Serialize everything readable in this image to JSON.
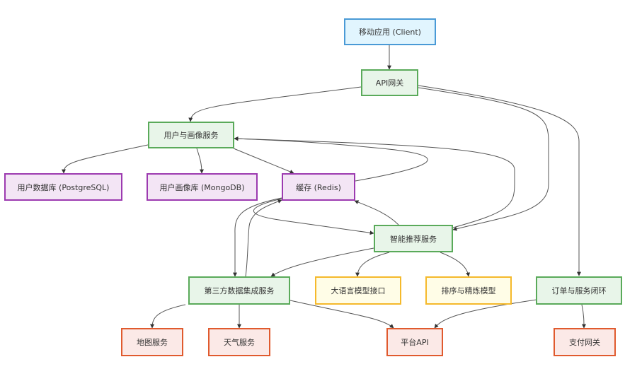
{
  "diagram": {
    "nodes": [
      {
        "id": "client",
        "label": "移动应用 (Client)",
        "kind": "client"
      },
      {
        "id": "gateway",
        "label": "API网关",
        "kind": "service"
      },
      {
        "id": "user_service",
        "label": "用户与画像服务",
        "kind": "service"
      },
      {
        "id": "user_db",
        "label": "用户数据库 (PostgreSQL)",
        "kind": "db"
      },
      {
        "id": "profile_db",
        "label": "用户画像库 (MongoDB)",
        "kind": "db"
      },
      {
        "id": "cache",
        "label": "缓存 (Redis)",
        "kind": "db"
      },
      {
        "id": "rec_service",
        "label": "智能推荐服务",
        "kind": "service"
      },
      {
        "id": "third_party",
        "label": "第三方数据集成服务",
        "kind": "service"
      },
      {
        "id": "llm",
        "label": "大语言模型接口",
        "kind": "ai"
      },
      {
        "id": "ranking",
        "label": "排序与精炼模型",
        "kind": "ai"
      },
      {
        "id": "order",
        "label": "订单与服务闭环",
        "kind": "service"
      },
      {
        "id": "map",
        "label": "地图服务",
        "kind": "ext"
      },
      {
        "id": "weather",
        "label": "天气服务",
        "kind": "ext"
      },
      {
        "id": "platform_api",
        "label": "平台API",
        "kind": "ext"
      },
      {
        "id": "payment",
        "label": "支付网关",
        "kind": "ext"
      }
    ],
    "edges": [
      {
        "from": "client",
        "to": "gateway"
      },
      {
        "from": "gateway",
        "to": "user_service"
      },
      {
        "from": "gateway",
        "to": "rec_service"
      },
      {
        "from": "gateway",
        "to": "order"
      },
      {
        "from": "user_service",
        "to": "user_db"
      },
      {
        "from": "user_service",
        "to": "profile_db"
      },
      {
        "from": "user_service",
        "to": "cache"
      },
      {
        "from": "cache",
        "to": "user_service"
      },
      {
        "from": "rec_service",
        "to": "user_service"
      },
      {
        "from": "rec_service",
        "to": "cache"
      },
      {
        "from": "cache",
        "to": "rec_service"
      },
      {
        "from": "rec_service",
        "to": "third_party"
      },
      {
        "from": "rec_service",
        "to": "llm"
      },
      {
        "from": "rec_service",
        "to": "ranking"
      },
      {
        "from": "cache",
        "to": "third_party"
      },
      {
        "from": "third_party",
        "to": "cache"
      },
      {
        "from": "third_party",
        "to": "map"
      },
      {
        "from": "third_party",
        "to": "weather"
      },
      {
        "from": "third_party",
        "to": "platform_api"
      },
      {
        "from": "order",
        "to": "platform_api"
      },
      {
        "from": "order",
        "to": "payment"
      }
    ]
  }
}
